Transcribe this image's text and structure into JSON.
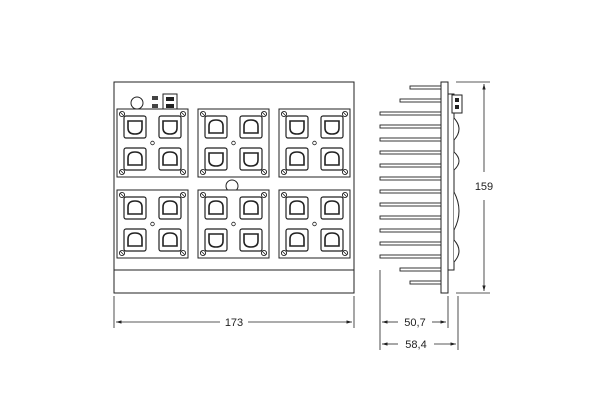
{
  "dimensions": {
    "width": "173",
    "height": "159",
    "depth_body": "50,7",
    "depth_total": "58,4"
  },
  "front_view": {
    "modules": [
      {
        "position": "top-left",
        "optics": 4
      },
      {
        "position": "top-center",
        "optics": 4
      },
      {
        "position": "top-right",
        "optics": 4
      },
      {
        "position": "bottom-left",
        "optics": 4
      },
      {
        "position": "bottom-center",
        "optics": 4
      },
      {
        "position": "bottom-right",
        "optics": 4
      }
    ]
  },
  "side_view": {
    "description_icon": "heatsink-fins"
  }
}
